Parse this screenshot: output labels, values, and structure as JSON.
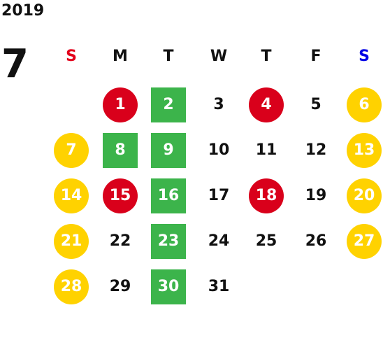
{
  "calendar": {
    "year": "2019",
    "month": "7",
    "weekdays": [
      "S",
      "M",
      "T",
      "W",
      "T",
      "F",
      "S"
    ],
    "weekday_colors": [
      "#e3001b",
      "#111111",
      "#111111",
      "#111111",
      "#111111",
      "#111111",
      "#0000e6"
    ],
    "colors": {
      "red": "#d9001b",
      "yellow": "#ffd200",
      "green": "#3cb44b",
      "text_on_mark": "#ffffff",
      "text_plain": "#111111"
    },
    "weeks": [
      [
        null,
        {
          "day": "1",
          "mark": "red"
        },
        {
          "day": "2",
          "mark": "green"
        },
        {
          "day": "3"
        },
        {
          "day": "4",
          "mark": "red"
        },
        {
          "day": "5"
        },
        {
          "day": "6",
          "mark": "yellow"
        }
      ],
      [
        {
          "day": "7",
          "mark": "yellow"
        },
        {
          "day": "8",
          "mark": "green"
        },
        {
          "day": "9",
          "mark": "green"
        },
        {
          "day": "10"
        },
        {
          "day": "11"
        },
        {
          "day": "12"
        },
        {
          "day": "13",
          "mark": "yellow"
        }
      ],
      [
        {
          "day": "14",
          "mark": "yellow"
        },
        {
          "day": "15",
          "mark": "red"
        },
        {
          "day": "16",
          "mark": "green"
        },
        {
          "day": "17"
        },
        {
          "day": "18",
          "mark": "red"
        },
        {
          "day": "19"
        },
        {
          "day": "20",
          "mark": "yellow"
        }
      ],
      [
        {
          "day": "21",
          "mark": "yellow"
        },
        {
          "day": "22"
        },
        {
          "day": "23",
          "mark": "green"
        },
        {
          "day": "24"
        },
        {
          "day": "25"
        },
        {
          "day": "26"
        },
        {
          "day": "27",
          "mark": "yellow"
        }
      ],
      [
        {
          "day": "28",
          "mark": "yellow"
        },
        {
          "day": "29"
        },
        {
          "day": "30",
          "mark": "green"
        },
        {
          "day": "31"
        },
        null,
        null,
        null
      ]
    ]
  }
}
